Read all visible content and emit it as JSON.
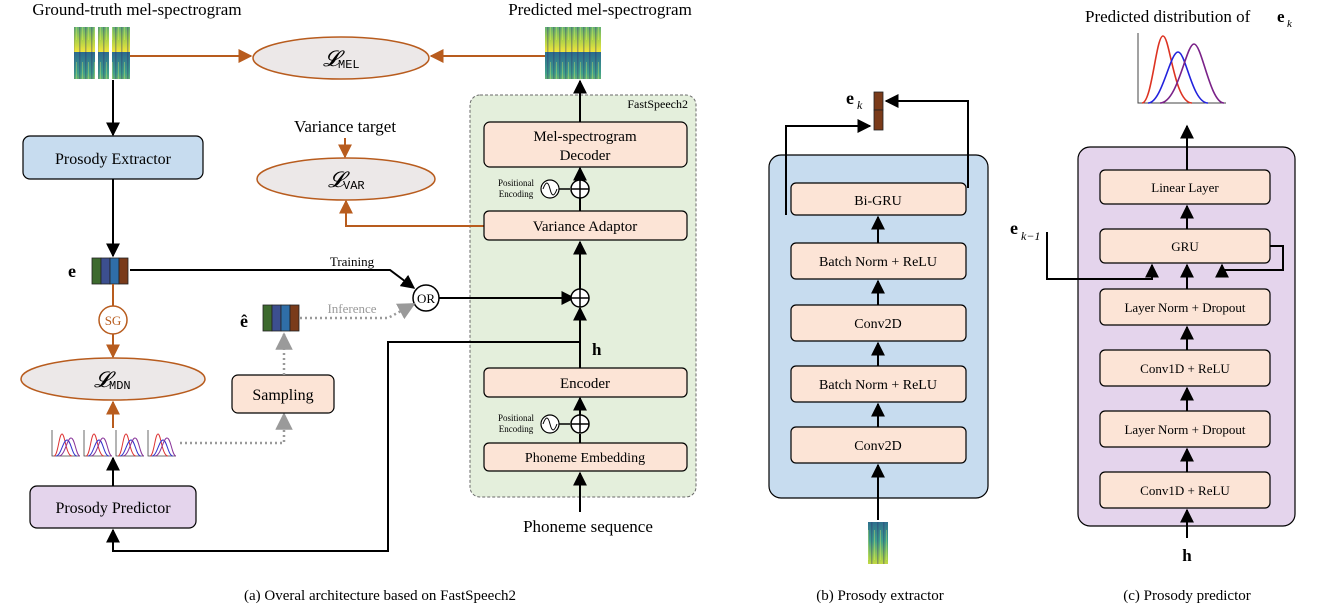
{
  "panel_a": {
    "gt_mel_title": "Ground-truth mel-spectrogram",
    "pred_mel_title": "Predicted mel-spectrogram",
    "loss_mel": {
      "symbol": "𝓛",
      "sub": "MEL"
    },
    "loss_var": {
      "symbol": "𝓛",
      "sub": "VAR"
    },
    "loss_mdn": {
      "symbol": "𝓛",
      "sub": "MDN"
    },
    "variance_target": "Variance target",
    "prosody_extractor": "Prosody Extractor",
    "fastspeech_label": "FastSpeech2",
    "mel_decoder_line1": "Mel-spectrogram",
    "mel_decoder_line2": "Decoder",
    "positional_encoding_line1": "Positional",
    "positional_encoding_line2": "Encoding",
    "variance_adaptor": "Variance Adaptor",
    "e_symbol": "e",
    "e_hat_symbol": "ê",
    "training": "Training",
    "inference": "Inference",
    "or": "OR",
    "sg": "SG",
    "h_symbol": "h",
    "sampling": "Sampling",
    "encoder": "Encoder",
    "phoneme_embedding": "Phoneme Embedding",
    "phoneme_sequence": "Phoneme sequence",
    "prosody_predictor": "Prosody Predictor",
    "caption": "(a)  Overal architecture based on FastSpeech2"
  },
  "panel_b": {
    "ek_symbol": "e",
    "ek_sub": "k",
    "layers": [
      "Bi-GRU",
      "Batch Norm + ReLU",
      "Conv2D",
      "Batch Norm + ReLU",
      "Conv2D"
    ],
    "caption": "(b)  Prosody extractor"
  },
  "panel_c": {
    "title_text": "Predicted distribution of ",
    "title_symbol": "e",
    "title_sub": "k",
    "ekm1_symbol": "e",
    "ekm1_sub": "k−1",
    "layers": [
      "Linear Layer",
      "GRU",
      "Layer Norm + Dropout",
      "Conv1D + ReLU",
      "Layer Norm + Dropout",
      "Conv1D + ReLU"
    ],
    "h_symbol": "h",
    "caption": "(c)  Prosody predictor"
  },
  "colors": {
    "arrow": "#000000",
    "loss_arrow": "#b85c1e",
    "loss_fill": "#ece8e8",
    "block_fill": "#fce4d6",
    "extractor_fill": "#c7dcef",
    "predictor_fill": "#e4d4ec",
    "fastspeech_fill": "#e4efdc",
    "gray": "#9a9a9a"
  }
}
